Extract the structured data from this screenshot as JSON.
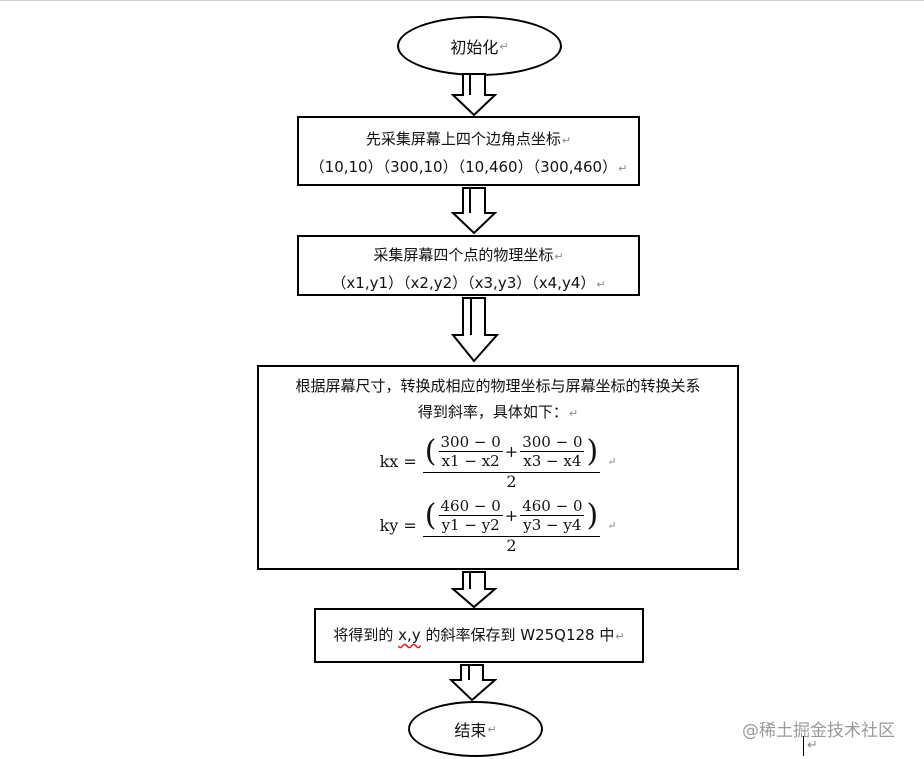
{
  "flowchart": {
    "start": "初始化",
    "step1": {
      "line1": "先采集屏幕上四个边角点坐标",
      "line2": "（10,10）（300,10）（10,460）（300,460）"
    },
    "step2": {
      "line1": "采集屏幕四个点的物理坐标",
      "line2": "（x1,y1）（x2,y2）（x3,y3）（x4,y4）"
    },
    "step3": {
      "line1": "根据屏幕尺寸，转换成相应的物理坐标与屏幕坐标的转换关系",
      "line2": "得到斜率，具体如下：",
      "kx": {
        "lhs": "kx =",
        "t1_num": "300 − 0",
        "t1_den": "x1 − x2",
        "t2_num": "300 − 0",
        "t2_den": "x3 − x4",
        "div": "2"
      },
      "ky": {
        "lhs": "ky =",
        "t1_num": "460 − 0",
        "t1_den": "y1 − y2",
        "t2_num": "460 − 0",
        "t2_den": "y3 − y4",
        "div": "2"
      }
    },
    "step4": {
      "pre": "将得到的 ",
      "xy": "x,y",
      "post": " 的斜率保存到 W25Q128 中"
    },
    "end": "结束",
    "para_mark": "↵"
  },
  "watermark": "@稀土掘金技术社区"
}
